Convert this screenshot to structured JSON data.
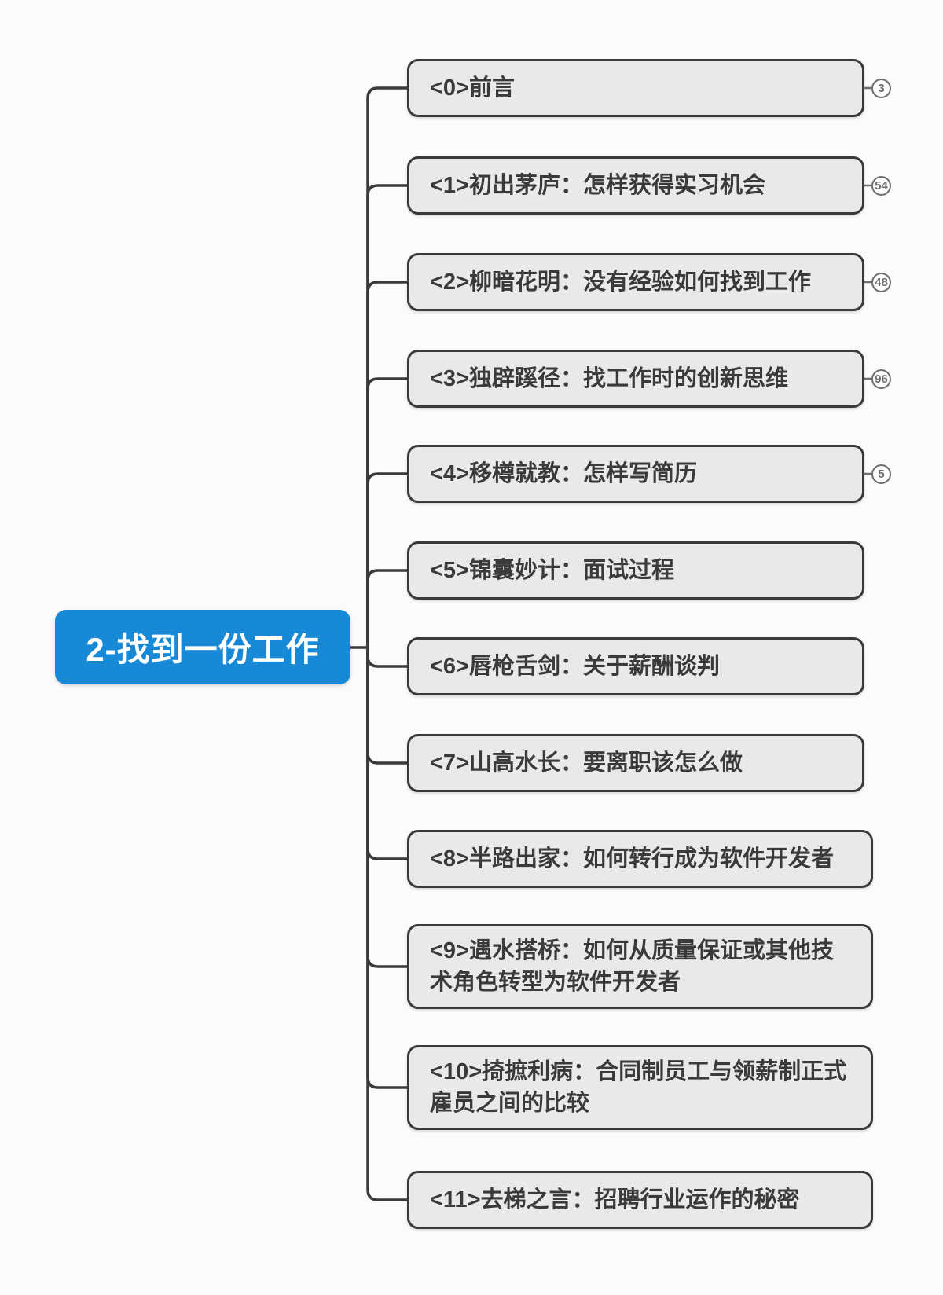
{
  "root": {
    "label": "2-找到一份工作"
  },
  "branches": [
    {
      "label": "<0>前言",
      "badge": "3"
    },
    {
      "label": "<1>初出茅庐：怎样获得实习机会",
      "badge": "54"
    },
    {
      "label": "<2>柳暗花明：没有经验如何找到工作",
      "badge": "48"
    },
    {
      "label": "<3>独辟蹊径：找工作时的创新思维",
      "badge": "96"
    },
    {
      "label": "<4>移樽就教：怎样写简历",
      "badge": "5"
    },
    {
      "label": "<5>锦囊妙计：面试过程"
    },
    {
      "label": "<6>唇枪舌剑：关于薪酬谈判"
    },
    {
      "label": "<7>山高水长：要离职该怎么做"
    },
    {
      "label": "<8>半路出家：如何转行成为软件开发者"
    },
    {
      "label": "<9>遇水搭桥：如何从质量保证或其他技术角色转型为软件开发者"
    },
    {
      "label": "<10>掎摭利病：合同制员工与领薪制正式雇员之间的比较"
    },
    {
      "label": "<11>去梯之言：招聘行业运作的秘密"
    }
  ],
  "colors": {
    "background": "#fbfbfb",
    "root_fill": "#1789d6",
    "root_text": "#ffffff",
    "node_fill": "#e9e9e9",
    "node_border": "#3a3a3a",
    "node_text": "#3a3a3a",
    "connector": "#3a3a3a",
    "badge_border": "#6f6f6f",
    "badge_text": "#6f6f6f",
    "badge_fill": "#fdfdfd"
  }
}
